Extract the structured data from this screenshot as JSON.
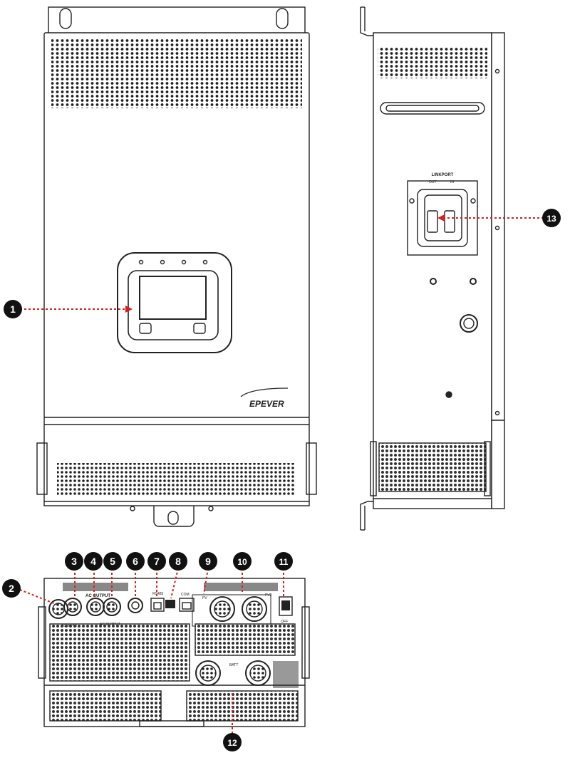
{
  "brand": {
    "logo_text": "EPEVER"
  },
  "labels": {
    "linkport": "LINKPORT",
    "out": "OUT",
    "in": "IN",
    "ac_input": "AC INPUT",
    "ac_output": "AC OUTPUT",
    "ac_output_top": "AC OUTPUT",
    "com": "COM",
    "rs485": "RS485",
    "pv": "PV",
    "pv2": "PV2",
    "batt": "BATT",
    "off": "OFF"
  },
  "callouts": [
    "1",
    "2",
    "3",
    "4",
    "5",
    "6",
    "7",
    "8",
    "9",
    "10",
    "11",
    "12",
    "13"
  ],
  "colors": {
    "leader_line": "#d42020",
    "callout_fill": "#111111",
    "body_stroke": "#222222"
  }
}
